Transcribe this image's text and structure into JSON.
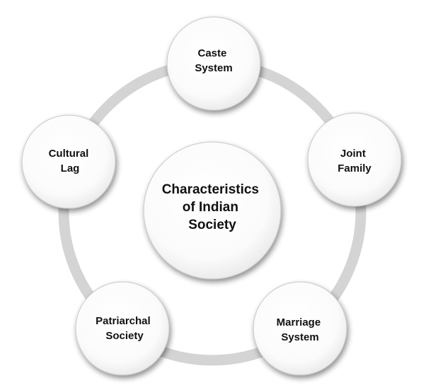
{
  "diagram": {
    "center": {
      "lines": [
        "Characteristics",
        "of Indian",
        "Society"
      ]
    },
    "nodes": [
      {
        "id": "caste-system",
        "lines": [
          "Caste",
          "System"
        ]
      },
      {
        "id": "joint-family",
        "lines": [
          "Joint",
          "Family"
        ]
      },
      {
        "id": "marriage-system",
        "lines": [
          "Marriage",
          "System"
        ]
      },
      {
        "id": "patriarchal-society",
        "lines": [
          "Patriarchal",
          "Society"
        ]
      },
      {
        "id": "cultural-lag",
        "lines": [
          "Cultural",
          "Lag"
        ]
      }
    ],
    "colors": {
      "ring": "#d4d4d4",
      "circle_fill": "#ffffff",
      "circle_edge": "#c8c8c8",
      "text": "#111111"
    }
  }
}
